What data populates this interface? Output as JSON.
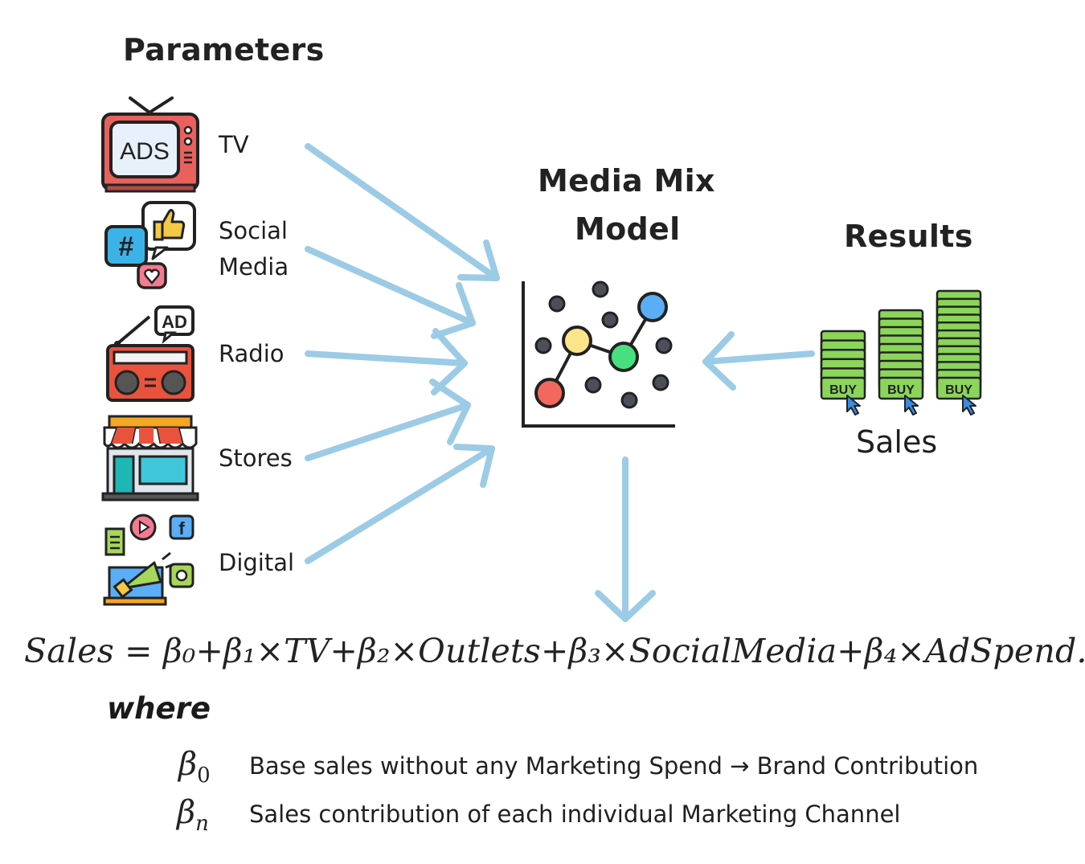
{
  "parameters": {
    "title": "Parameters",
    "items": [
      {
        "label": "TV",
        "icon": "tv-ads-icon"
      },
      {
        "label": "Social\nMedia",
        "icon": "social-media-icon"
      },
      {
        "label": "Radio",
        "icon": "radio-icon"
      },
      {
        "label": "Stores",
        "icon": "store-icon"
      },
      {
        "label": "Digital",
        "icon": "digital-marketing-icon"
      }
    ]
  },
  "model": {
    "title_line1": "Media Mix",
    "title_line2": "Model",
    "icon": "scatter-chart-icon"
  },
  "results": {
    "title": "Results",
    "label": "Sales",
    "icon": "buy-stack-icon",
    "buy_text": "BUY"
  },
  "formula": {
    "text": "Sales = β₀+β₁×TV+β₂×Outlets+β₃×SocialMedia+β₄×AdSpend..."
  },
  "legend": {
    "where": "where",
    "rows": [
      {
        "symbol": "β",
        "subscript": "0",
        "text": "Base sales without any Marketing Spend → Brand Contribution"
      },
      {
        "symbol": "β",
        "subscript": "n",
        "text": "Sales contribution of each individual Marketing Channel"
      }
    ]
  },
  "colors": {
    "arrow": "#9ccbe6",
    "axis": "#222222",
    "dot_dark": "#4a4f5a",
    "dot_red": "#f2685f",
    "dot_yellow": "#fbe58a",
    "dot_green": "#48e07f",
    "dot_blue": "#5aaef5",
    "buy_green": "#8bd55a"
  }
}
